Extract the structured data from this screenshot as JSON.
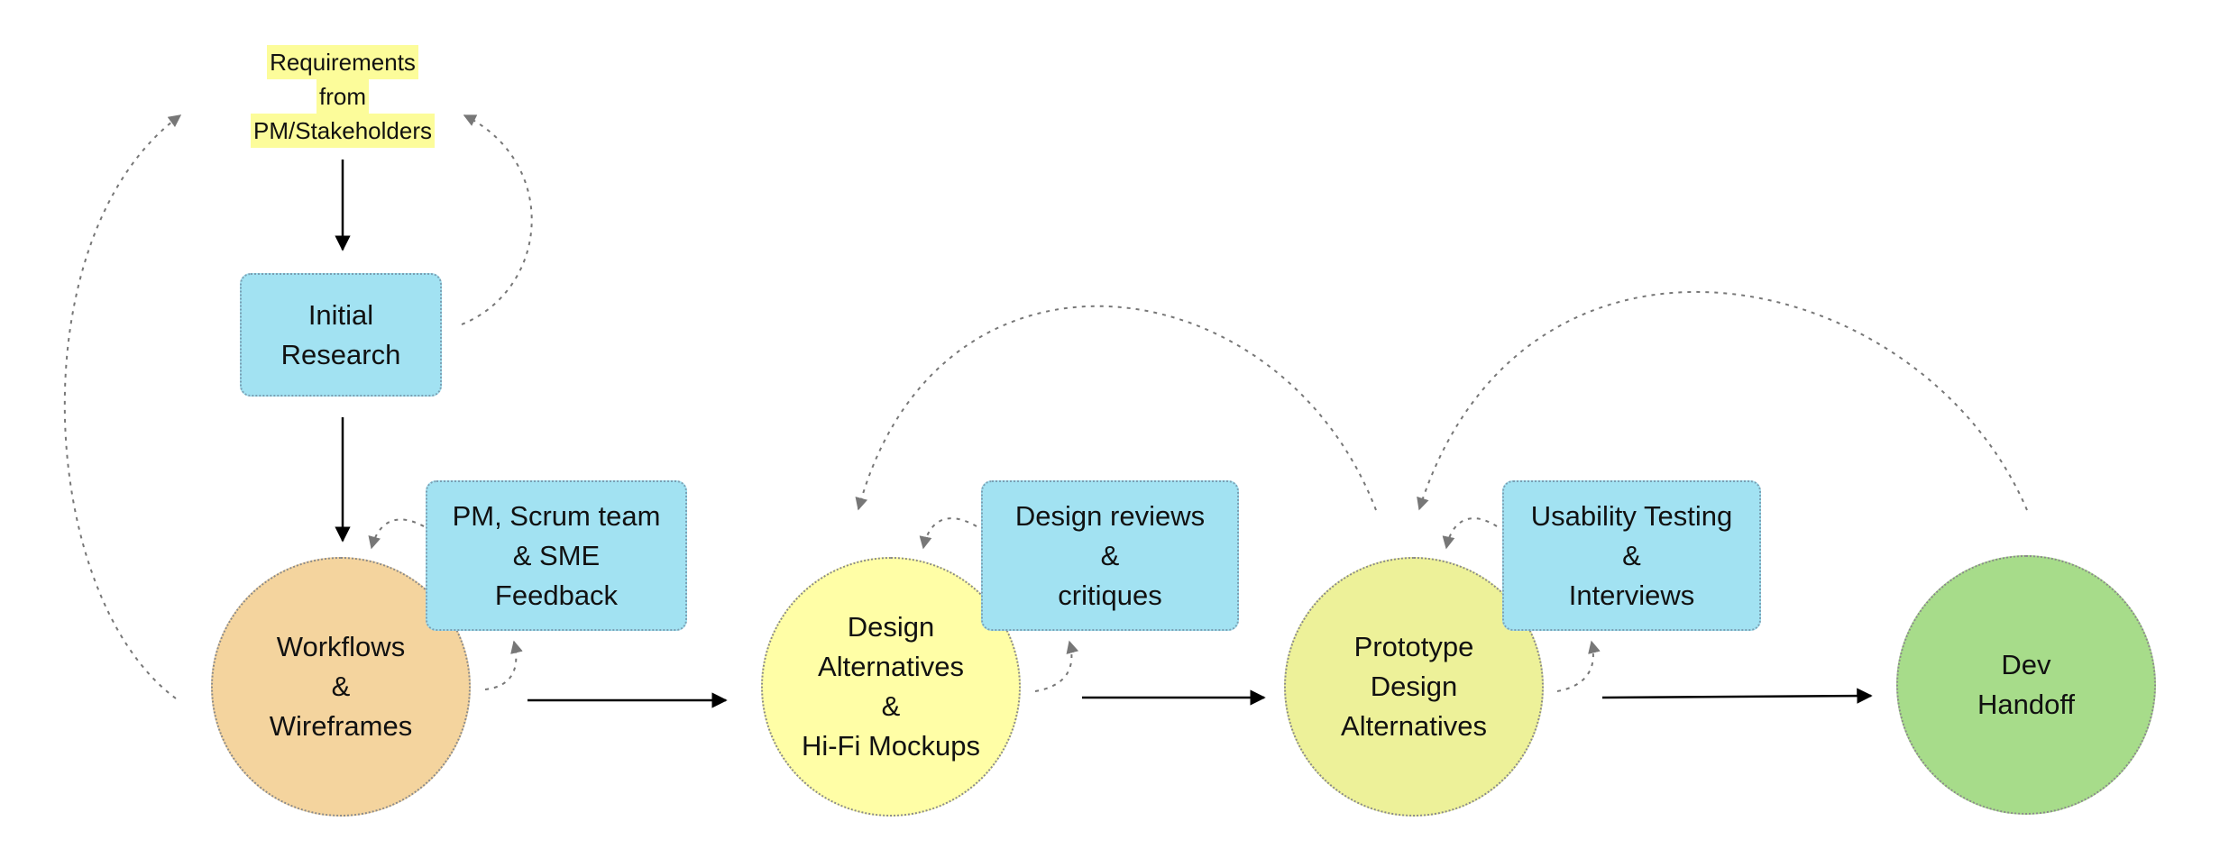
{
  "colors": {
    "highlight": "#fcfc9a",
    "box_fill": "#a2e2f2",
    "workflows_fill": "#f4d49e",
    "design_alt_fill": "#fffea6",
    "prototype_fill": "#edf199",
    "handoff_fill": "#a7dc8a",
    "solid_arrow": "#000000",
    "dotted_arrow": "#777777"
  },
  "requirements": {
    "lines": [
      "Requirements",
      "from",
      "PM/Stakeholders"
    ]
  },
  "initial_research": {
    "lines": [
      "Initial",
      "Research"
    ]
  },
  "feedback_box": {
    "lines": [
      "PM, Scrum team",
      "& SME",
      "Feedback"
    ]
  },
  "workflows": {
    "lines": [
      "Workflows",
      "&",
      "Wireframes"
    ]
  },
  "design_reviews_box": {
    "lines": [
      "Design reviews",
      "&",
      "critiques"
    ]
  },
  "design_alternatives": {
    "lines": [
      "Design",
      "Alternatives",
      "&",
      "Hi-Fi Mockups"
    ]
  },
  "usability_box": {
    "lines": [
      "Usability Testing",
      "&",
      "Interviews"
    ]
  },
  "prototype": {
    "lines": [
      "Prototype",
      "Design",
      "Alternatives"
    ]
  },
  "dev_handoff": {
    "lines": [
      "Dev",
      "Handoff"
    ]
  }
}
